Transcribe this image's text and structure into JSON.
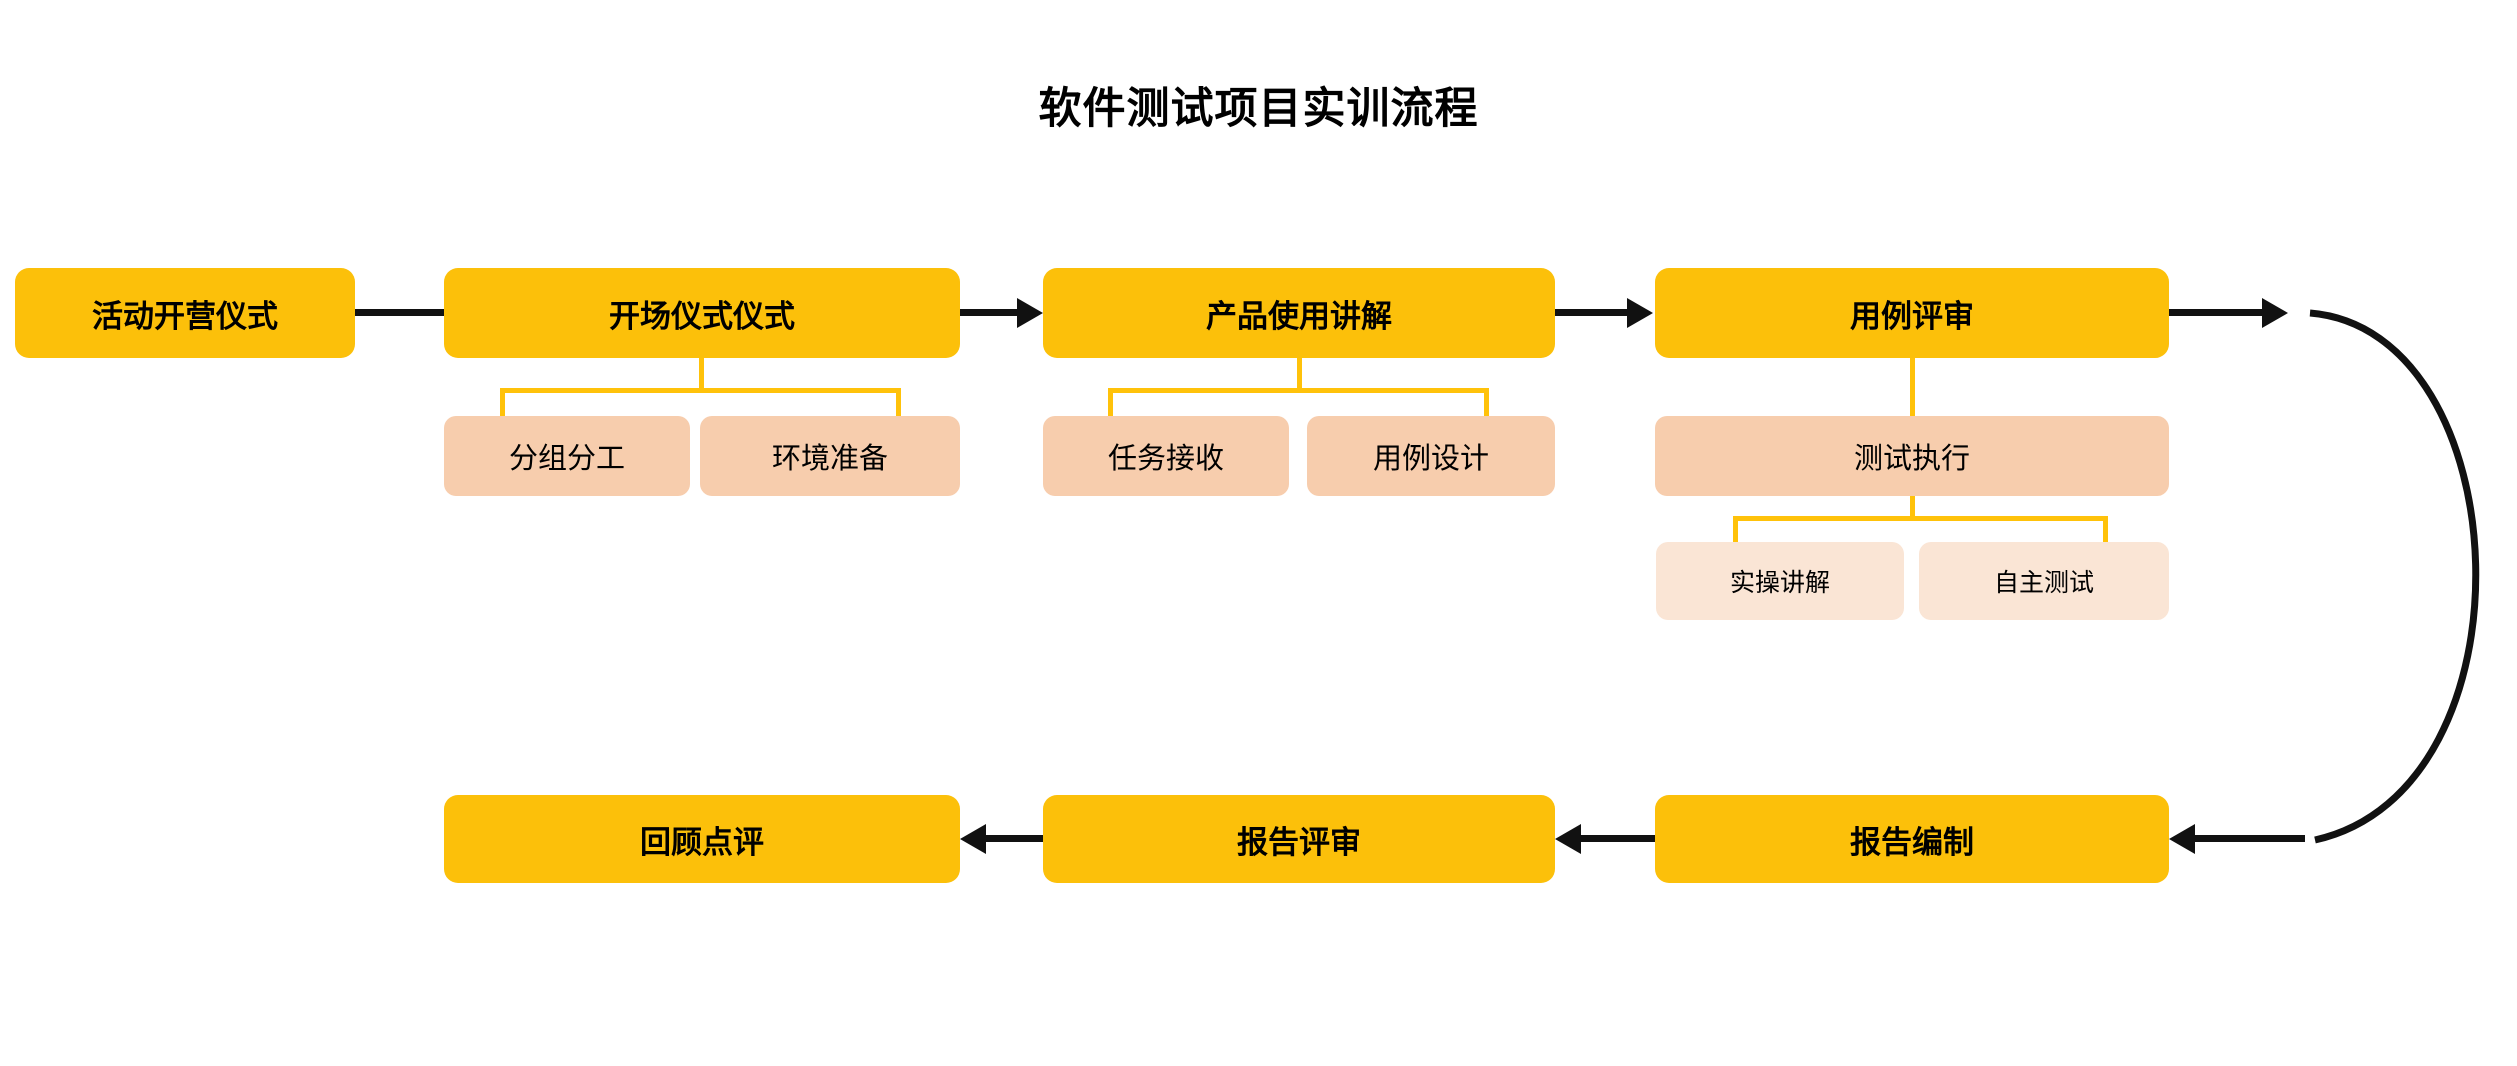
{
  "title": "软件测试项目实训流程",
  "palette": {
    "level1_fill": "#FCC00A",
    "level2_fill": "#F7CDAD",
    "level3_fill": "#FAE5D5",
    "connector_black": "#111111",
    "connector_yellow": "#FFC20A",
    "background": "#FFFFFF",
    "text": "#000000"
  },
  "chart_data": {
    "type": "diagram",
    "diagram_kind": "flowchart",
    "title": "软件测试项目实训流程",
    "orientation": "horizontal-serpentine",
    "nodes": [
      {
        "id": "n1",
        "label": "活动开营仪式",
        "level": 1,
        "row": "top"
      },
      {
        "id": "n2",
        "label": "开场仪式仪式",
        "level": 1,
        "row": "top"
      },
      {
        "id": "n3",
        "label": "产品使用讲解",
        "level": 1,
        "row": "top"
      },
      {
        "id": "n4",
        "label": "用例评审",
        "level": 1,
        "row": "top"
      },
      {
        "id": "n2a",
        "label": "分组分工",
        "level": 2,
        "parent": "n2"
      },
      {
        "id": "n2b",
        "label": "环境准备",
        "level": 2,
        "parent": "n2"
      },
      {
        "id": "n3a",
        "label": "任务接收",
        "level": 2,
        "parent": "n3"
      },
      {
        "id": "n3b",
        "label": "用例设计",
        "level": 2,
        "parent": "n3"
      },
      {
        "id": "n4a",
        "label": "测试执行",
        "level": 2,
        "parent": "n4"
      },
      {
        "id": "n4a1",
        "label": "实操讲解",
        "level": 3,
        "parent": "n4a"
      },
      {
        "id": "n4a2",
        "label": "自主测试",
        "level": 3,
        "parent": "n4a"
      },
      {
        "id": "n5",
        "label": "报告编制",
        "level": 1,
        "row": "bottom"
      },
      {
        "id": "n6",
        "label": "报告评审",
        "level": 1,
        "row": "bottom"
      },
      {
        "id": "n7",
        "label": "回顾点评",
        "level": 1,
        "row": "bottom"
      }
    ],
    "edges": [
      {
        "from": "n1",
        "to": "n2",
        "style": "line",
        "arrow": "none"
      },
      {
        "from": "n2",
        "to": "n3",
        "style": "line",
        "arrow": "right"
      },
      {
        "from": "n3",
        "to": "n4",
        "style": "line",
        "arrow": "right"
      },
      {
        "from": "n4",
        "to": "n5",
        "style": "curve",
        "arrow": "both-ends"
      },
      {
        "from": "n5",
        "to": "n6",
        "style": "line",
        "arrow": "left"
      },
      {
        "from": "n6",
        "to": "n7",
        "style": "line",
        "arrow": "left"
      },
      {
        "from": "n2",
        "to": "n2a",
        "style": "tree",
        "arrow": "none"
      },
      {
        "from": "n2",
        "to": "n2b",
        "style": "tree",
        "arrow": "none"
      },
      {
        "from": "n3",
        "to": "n3a",
        "style": "tree",
        "arrow": "none"
      },
      {
        "from": "n3",
        "to": "n3b",
        "style": "tree",
        "arrow": "none"
      },
      {
        "from": "n4",
        "to": "n4a",
        "style": "tree",
        "arrow": "none"
      },
      {
        "from": "n4a",
        "to": "n4a1",
        "style": "tree",
        "arrow": "none"
      },
      {
        "from": "n4a",
        "to": "n4a2",
        "style": "tree",
        "arrow": "none"
      }
    ]
  },
  "nodes": {
    "n1": {
      "label": "活动开营仪式"
    },
    "n2": {
      "label": "开场仪式仪式"
    },
    "n3": {
      "label": "产品使用讲解"
    },
    "n4": {
      "label": "用例评审"
    },
    "n2a": {
      "label": "分组分工"
    },
    "n2b": {
      "label": "环境准备"
    },
    "n3a": {
      "label": "任务接收"
    },
    "n3b": {
      "label": "用例设计"
    },
    "n4a": {
      "label": "测试执行"
    },
    "n4a1": {
      "label": "实操讲解"
    },
    "n4a2": {
      "label": "自主测试"
    },
    "n5": {
      "label": "报告编制"
    },
    "n6": {
      "label": "报告评审"
    },
    "n7": {
      "label": "回顾点评"
    }
  }
}
